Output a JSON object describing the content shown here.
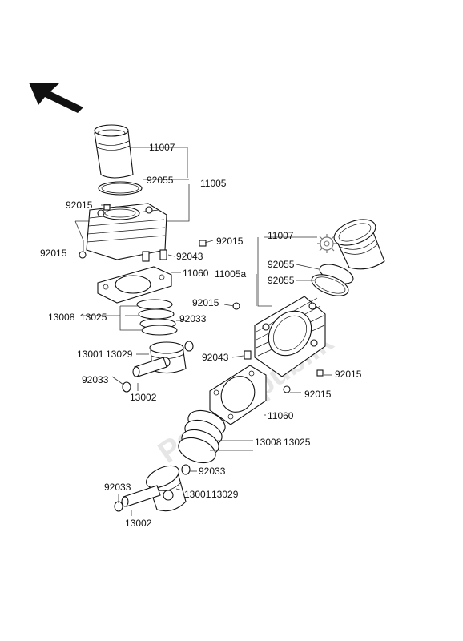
{
  "watermark": "PartsRepublik",
  "labels": {
    "l11007_top": "11007",
    "l92055_top": "92055",
    "l11005": "11005",
    "l92015_a": "92015",
    "l92015_b": "92015",
    "l92015_c": "92015",
    "l92043_top": "92043",
    "l11060_top": "11060",
    "l13008_top": "13008",
    "l13025_top": "13025",
    "l92033_a": "92033",
    "l13001_top": "13001",
    "l13029_top": "13029",
    "l92033_b": "92033",
    "l13002_top": "13002",
    "l11007_r": "11007",
    "l92055_r1": "92055",
    "l11005a": "11005a",
    "l92055_r2": "92055",
    "l92015_d": "92015",
    "l92043_r": "92043",
    "l92015_e": "92015",
    "l92015_f": "92015",
    "l11060_r": "11060",
    "l13008_r": "13008",
    "l13025_r": "13025",
    "l92033_c": "92033",
    "l92033_d": "92033",
    "l13001_r": "13001",
    "l13029_r": "13029",
    "l13002_r": "13002"
  }
}
